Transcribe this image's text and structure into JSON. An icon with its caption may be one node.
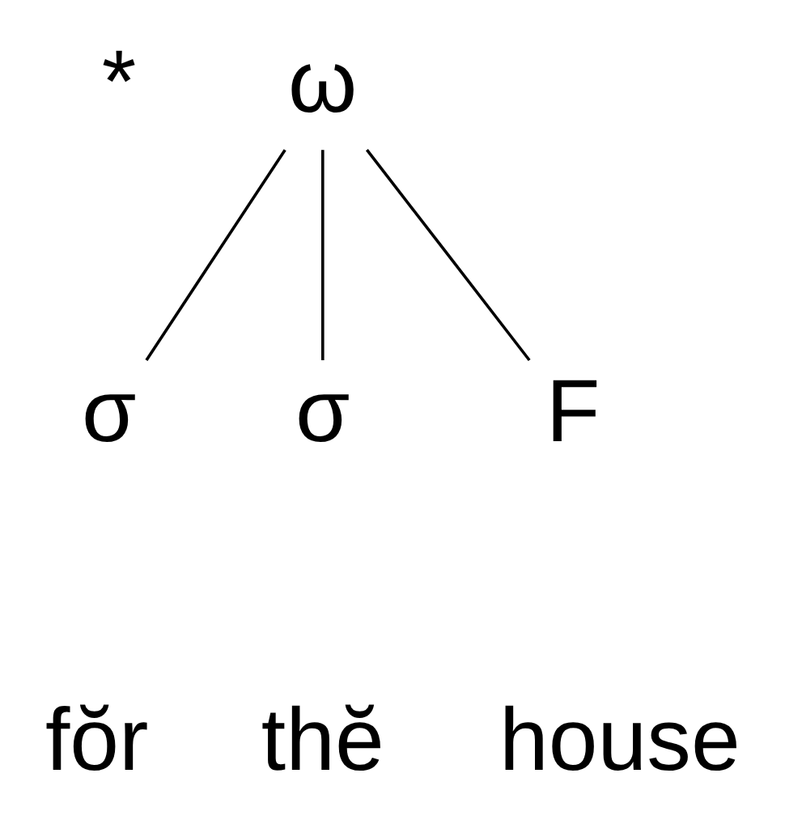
{
  "diagram": {
    "nodes": [
      {
        "text": [
          "ω"
        ]
      },
      {
        "text": [
          "σ"
        ]
      },
      {
        "text": [
          "σ"
        ]
      },
      {
        "text": [
          "F"
        ]
      }
    ],
    "edges": [
      {
        "from": 0,
        "to": 1,
        "arrow": "none"
      },
      {
        "from": 0,
        "to": 2,
        "arrow": "none"
      },
      {
        "from": 0,
        "to": 3,
        "arrow": "none"
      }
    ],
    "labels": [
      "*",
      "fŏr",
      "thĕ",
      "house"
    ]
  }
}
